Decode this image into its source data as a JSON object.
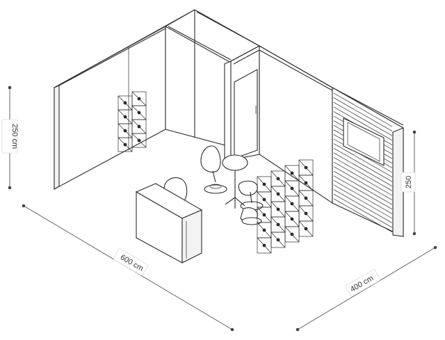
{
  "dimensions": {
    "height_left": "250 cm",
    "height_right": "250",
    "width_front": "600 cm",
    "depth_side": "400 cm"
  },
  "colors": {
    "stroke": "#2a2a2a",
    "dimension": "#555555",
    "background": "#ffffff"
  }
}
